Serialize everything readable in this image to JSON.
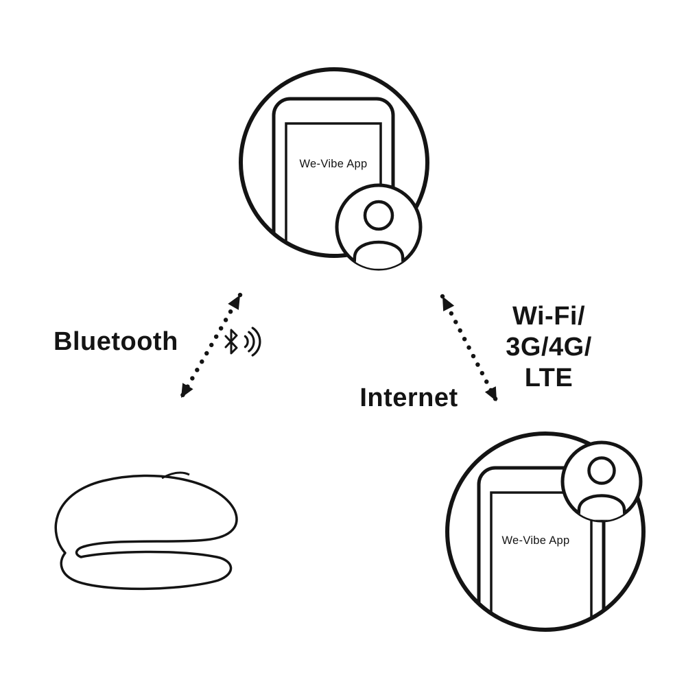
{
  "page": {
    "background": "#ffffff",
    "ink": "#141414"
  },
  "top_node": {
    "type": "smartphone-with-user",
    "app_label": "We-Vibe App"
  },
  "bottom_right_node": {
    "type": "smartphone-with-user",
    "app_label": "We-Vibe App"
  },
  "bottom_left_node": {
    "type": "we-vibe-device-illustration"
  },
  "connections": {
    "bluetooth_label": "Bluetooth",
    "wifi_label_line1": "Wi-Fi/",
    "wifi_label_line2": "3G/4G/",
    "wifi_label_line3": "LTE",
    "internet_label": "Internet"
  },
  "icons": {
    "bluetooth": "bluetooth-icon",
    "signal_waves": "signal-waves-icon",
    "person_top": "person-icon",
    "person_bottom": "person-icon"
  }
}
